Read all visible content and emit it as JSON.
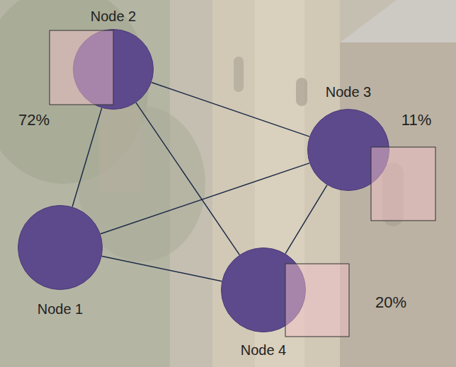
{
  "diagram": {
    "nodes": [
      {
        "text": [
          "Node 2"
        ]
      },
      {
        "text": [
          "Node 3"
        ]
      },
      {
        "text": [
          "Node 1"
        ]
      },
      {
        "text": [
          "Node 4"
        ]
      }
    ],
    "edges": [
      {
        "from": 0,
        "to": 2,
        "arrow": "none"
      },
      {
        "from": 0,
        "to": 3,
        "arrow": "none"
      },
      {
        "from": 0,
        "to": 1,
        "arrow": "none"
      },
      {
        "from": 2,
        "to": 1,
        "arrow": "none"
      },
      {
        "from": 2,
        "to": 3,
        "arrow": "none"
      },
      {
        "from": 1,
        "to": 3,
        "arrow": "none"
      }
    ],
    "labels": [
      "72%",
      "11%",
      "20%"
    ]
  }
}
